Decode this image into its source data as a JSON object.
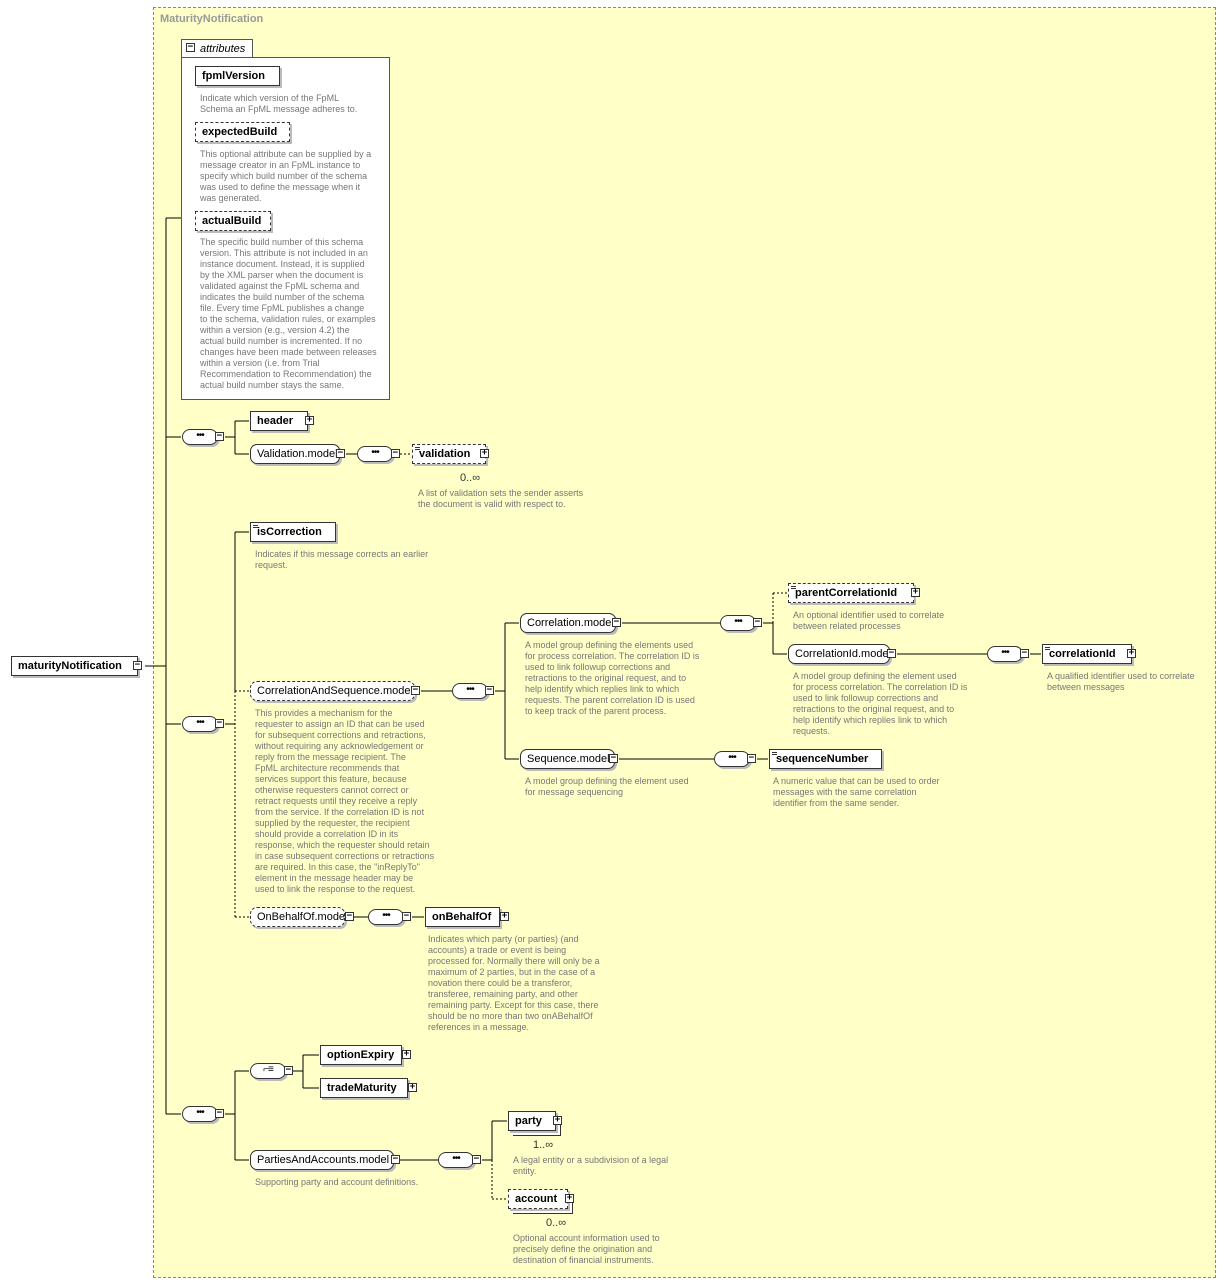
{
  "frame": {
    "title": "MaturityNotification"
  },
  "root": {
    "label": "maturityNotification"
  },
  "attributes": {
    "tab_label": "attributes",
    "items": [
      {
        "label": "fpmlVersion",
        "desc": "Indicate which version of the FpML\nSchema an FpML message adheres to."
      },
      {
        "label": "expectedBuild",
        "desc": "This optional attribute can be supplied by a\nmessage creator in an FpML instance to\nspecify which build number of the schema\nwas used to define the message when it\nwas generated."
      },
      {
        "label": "actualBuild",
        "desc": "The specific build number of this schema\nversion. This attribute is not included in an\ninstance document. Instead, it is supplied\nby the XML parser when the document is\nvalidated against the FpML schema and\nindicates the build number of the schema\nfile. Every time FpML publishes a change\nto the schema, validation rules, or examples\nwithin a version (e.g., version 4.2) the\nactual build number is incremented. If no\nchanges have been made between releases\nwithin a version (i.e. from Trial\nRecommendation to Recommendation) the\nactual build number stays the same."
      }
    ]
  },
  "nodes": {
    "header": "header",
    "validation_model": "Validation.model",
    "validation": "validation",
    "validation_card": "0..∞",
    "validation_desc": "A list of validation sets the sender asserts\nthe document is valid with respect to.",
    "isCorrection": "isCorrection",
    "isCorrection_desc": "Indicates if this message corrects an earlier\nrequest.",
    "corr_seq_model": "CorrelationAndSequence.model",
    "corr_seq_desc": "This provides a mechanism for the\nrequester to assign an ID that can be used\nfor subsequent corrections and retractions,\nwithout requiring any acknowledgement or\nreply from the message recipient. The\nFpML architecture recommends that\nservices support this feature, because\notherwise requesters cannot correct or\nretract requests until they receive a reply\nfrom the service. If the correlation ID is not\nsupplied by the requester, the recipient\nshould provide a correlation ID in its\nresponse, which the requester should retain\nin case subsequent corrections or retractions\nare required. In this case, the \"inReplyTo\"\nelement in the message header may be\nused to link the response to the request.",
    "correlation_model": "Correlation.model",
    "correlation_desc": "A model group defining the elements used\nfor process correlation. The correlation ID is\nused to link followup corrections and\nretractions to the original request, and to\nhelp identify which replies link to which\nrequests. The parent correlation ID is used\nto keep track of the parent process.",
    "parentCorrelationId": "parentCorrelationId",
    "parentCorrelationId_desc": "An optional identifier used to correlate\nbetween related processes",
    "correlationId_model": "CorrelationId.model",
    "correlationId_model_desc": "A model group defining the element used\nfor process correlation. The correlation ID is\nused to link followup corrections and\nretractions to the original request, and to\nhelp identify which replies link to which\nrequests.",
    "correlationId": "correlationId",
    "correlationId_desc": "A qualified identifier used to correlate\nbetween messages",
    "sequence_model": "Sequence.model",
    "sequence_desc": "A model group defining the element used\nfor message sequencing",
    "sequenceNumber": "sequenceNumber",
    "sequenceNumber_desc": "A numeric value that can be used to order\nmessages with the same correlation\nidentifier from the same sender.",
    "onBehalfOf_model": "OnBehalfOf.model",
    "onBehalfOf": "onBehalfOf",
    "onBehalfOf_desc": "Indicates which party (or parties) (and\naccounts) a trade or event is being\nprocessed for. Normally there will only be a\nmaximum of 2 parties, but in the case of a\nnovation there could be a transferor,\ntransferee, remaining party, and other\nremaining party. Except for this case, there\nshould be no more than two onABehalfOf\nreferences in a message.",
    "optionExpiry": "optionExpiry",
    "tradeMaturity": "tradeMaturity",
    "parties_model": "PartiesAndAccounts.model",
    "parties_desc": "Supporting party and account definitions.",
    "party": "party",
    "party_card": "1..∞",
    "party_desc": "A legal entity or a subdivision of a legal\nentity.",
    "account": "account",
    "account_card": "0..∞",
    "account_desc": "Optional account information used to\nprecisely define the origination and\ndestination of financial instruments."
  },
  "colors": {
    "background": "#ffffc8",
    "line": "#000000",
    "desc_text": "#777777"
  },
  "icons": {
    "expand": "plus-box-icon",
    "collapse": "minus-box-icon",
    "sequence": "sequence-compositor-icon",
    "choice": "choice-compositor-icon"
  }
}
